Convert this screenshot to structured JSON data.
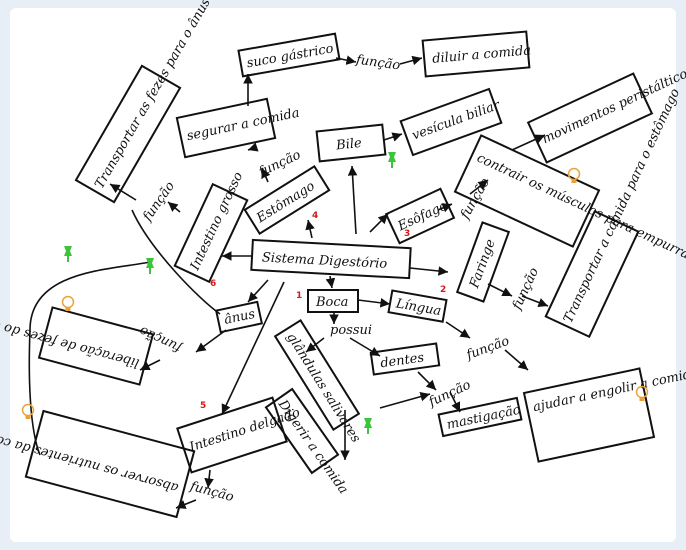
{
  "center": "Sistema Digestório",
  "nodes": {
    "boca": "Boca",
    "lingua": "Língua",
    "dentes": "dentes",
    "glandulas": "glândulas salivares",
    "digerir_comida": "Digerir a comida",
    "mastigacao": "mastigação",
    "ajudar": "ajudar a engolir a comida e a limpar os dentes",
    "esofago": "Esôfago",
    "contrair": "contrair os músculos para empurrar a comida para baixo",
    "movimentos": "movimentos peristálticos",
    "estomago": "Estômago",
    "bile": "Bile",
    "vesicula": "vesícula biliar",
    "suco": "suco gástrico",
    "diluir": "diluir a comida",
    "segurar": "segurar a comida",
    "intestino_grosso": "Intestino grosso",
    "transportar_fezes": "Transportar as fezes para o ânus",
    "anus": "ânus",
    "liberacao": "liberação de fezes do corpo",
    "intestino_delgado": "Intestino delgado",
    "absorver": "absorver os nutrientes da comida no corpo",
    "faringe": "Faringe",
    "transportar_comida": "Transportar a comida para o estômago"
  },
  "links": {
    "possui": "possui",
    "funcao": "função"
  },
  "numbers": [
    "1",
    "2",
    "3",
    "4",
    "5",
    "6"
  ],
  "icons": [
    "lightbulb-icon",
    "pin-icon"
  ],
  "colors": {
    "ink": "#111111",
    "number": "#d41a1a",
    "pin": "#3cc43c",
    "bulb": "#e9a23b",
    "frame": "#e7eef5"
  }
}
